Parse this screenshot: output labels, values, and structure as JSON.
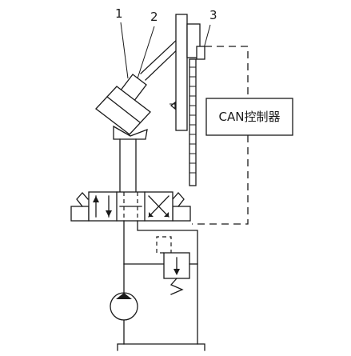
{
  "labels": {
    "part1": "1",
    "part2": "2",
    "part3": "3"
  },
  "controller": {
    "label": "CAN控制器"
  }
}
